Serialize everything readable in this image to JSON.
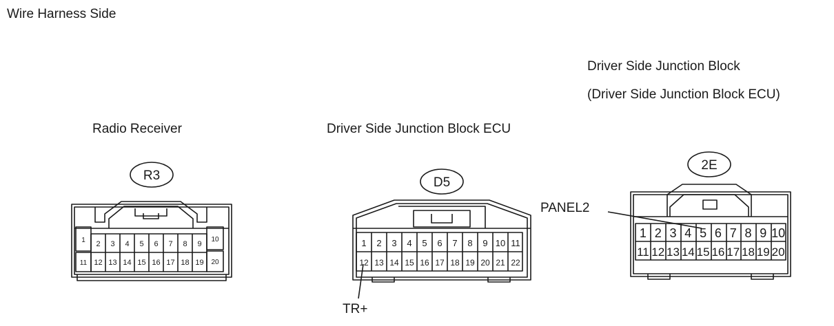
{
  "header": {
    "title": "Wire Harness Side"
  },
  "connectors": {
    "r3": {
      "name": "Radio Receiver",
      "code": "R3",
      "pins_top": [
        "1",
        "2",
        "3",
        "4",
        "5",
        "6",
        "7",
        "8",
        "9",
        "10"
      ],
      "pins_bottom": [
        "11",
        "12",
        "13",
        "14",
        "15",
        "16",
        "17",
        "18",
        "19",
        "20"
      ]
    },
    "d5": {
      "name": "Driver Side Junction Block ECU",
      "code": "D5",
      "pins_top": [
        "1",
        "2",
        "3",
        "4",
        "5",
        "6",
        "7",
        "8",
        "9",
        "10",
        "11"
      ],
      "pins_bottom": [
        "12",
        "13",
        "14",
        "15",
        "16",
        "17",
        "18",
        "19",
        "20",
        "21",
        "22"
      ],
      "callout": "TR+"
    },
    "e2": {
      "name_line1": "Driver Side Junction Block",
      "name_line2": "(Driver Side Junction Block ECU)",
      "code": "2E",
      "pins_top": [
        "1",
        "2",
        "3",
        "4",
        "5",
        "6",
        "7",
        "8",
        "9",
        "10"
      ],
      "pins_bottom": [
        "11",
        "12",
        "13",
        "14",
        "15",
        "16",
        "17",
        "18",
        "19",
        "20"
      ],
      "callout": "PANEL2"
    }
  }
}
